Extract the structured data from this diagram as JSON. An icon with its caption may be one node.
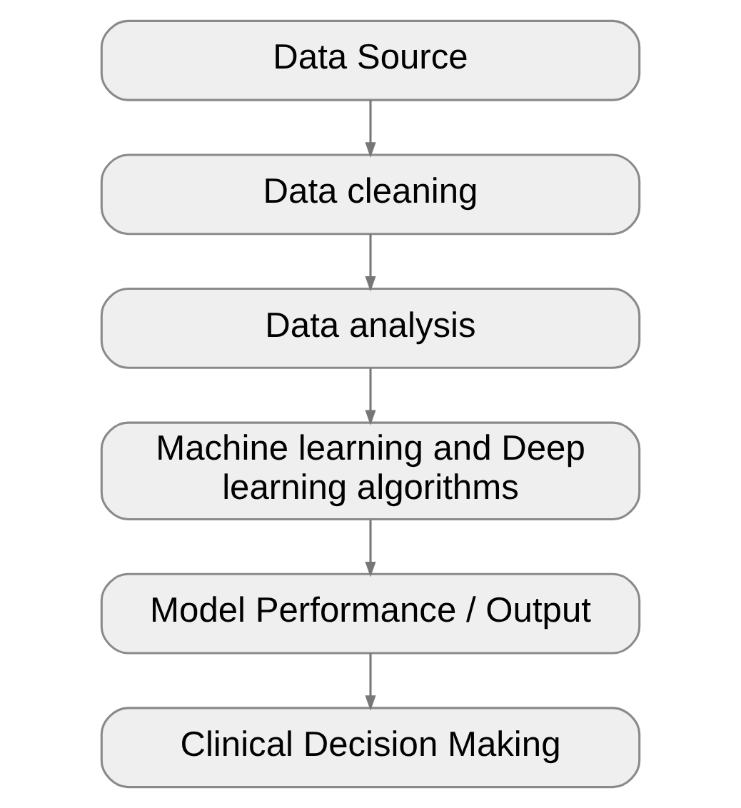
{
  "diagram": {
    "nodes": [
      {
        "text": [
          "Data Source"
        ]
      },
      {
        "text": [
          "Data cleaning"
        ]
      },
      {
        "text": [
          "Data analysis"
        ]
      },
      {
        "text": [
          "Machine learning and Deep learning algorithms"
        ]
      },
      {
        "text": [
          "Model Performance / Output"
        ]
      },
      {
        "text": [
          "Clinical Decision Making"
        ]
      }
    ],
    "edges": [
      {
        "from": 0,
        "to": 1,
        "arrow": "to"
      },
      {
        "from": 1,
        "to": 2,
        "arrow": "to"
      },
      {
        "from": 2,
        "to": 3,
        "arrow": "to"
      },
      {
        "from": 3,
        "to": 4,
        "arrow": "to"
      },
      {
        "from": 4,
        "to": 5,
        "arrow": "to"
      }
    ]
  }
}
